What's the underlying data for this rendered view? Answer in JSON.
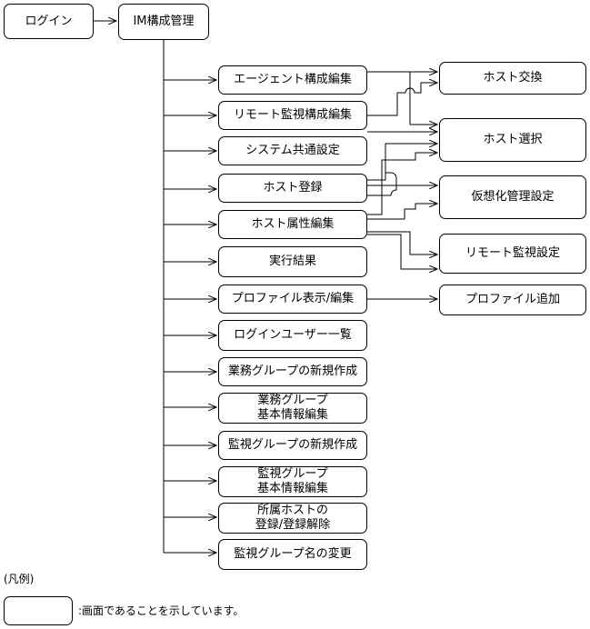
{
  "screens": {
    "login": "ログイン",
    "im_config_management": "IM構成管理",
    "agent_config_edit": "エージェント構成編集",
    "remote_monitor_config_edit": "リモート監視構成編集",
    "system_common_settings": "システム共通設定",
    "host_registration": "ホスト登録",
    "host_attribute_edit": "ホスト属性編集",
    "execution_result": "実行結果",
    "profile_display_edit": "プロファイル表示/編集",
    "login_user_list": "ログインユーザー一覧",
    "new_business_group": "業務グループの新規作成",
    "business_group_basic_info_edit": "業務グループ\n基本情報編集",
    "new_monitoring_group": "監視グループの新規作成",
    "monitoring_group_basic_info_edit": "監視グループ\n基本情報編集",
    "affiliated_host_register_unregister": "所属ホストの\n登録/登録解除",
    "monitoring_group_rename": "監視グループ名の変更",
    "host_exchange": "ホスト交換",
    "host_selection": "ホスト選択",
    "virtualization_management_settings": "仮想化管理設定",
    "remote_monitor_settings": "リモート監視設定",
    "profile_add": "プロファイル追加"
  },
  "legend": {
    "title": "(凡例)",
    "description": ":画面であることを示しています。"
  }
}
